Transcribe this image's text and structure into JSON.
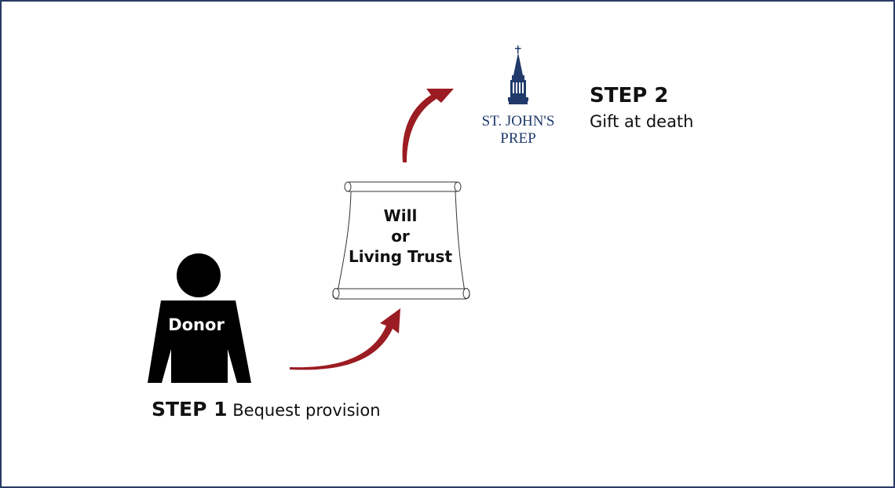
{
  "step1": {
    "heading": "STEP 1",
    "description": "Bequest provision"
  },
  "step2": {
    "heading": "STEP 2",
    "description": "Gift at death"
  },
  "donor": {
    "label": "Donor"
  },
  "document": {
    "line1": "Will",
    "line2": "or",
    "line3": "Living Trust"
  },
  "logo": {
    "text": "ST. JOHN'S PREP"
  },
  "colors": {
    "arrow": "#9b1c22",
    "logo": "#1f3a6b",
    "frame": "#2a3a66",
    "figure": "#000000"
  }
}
